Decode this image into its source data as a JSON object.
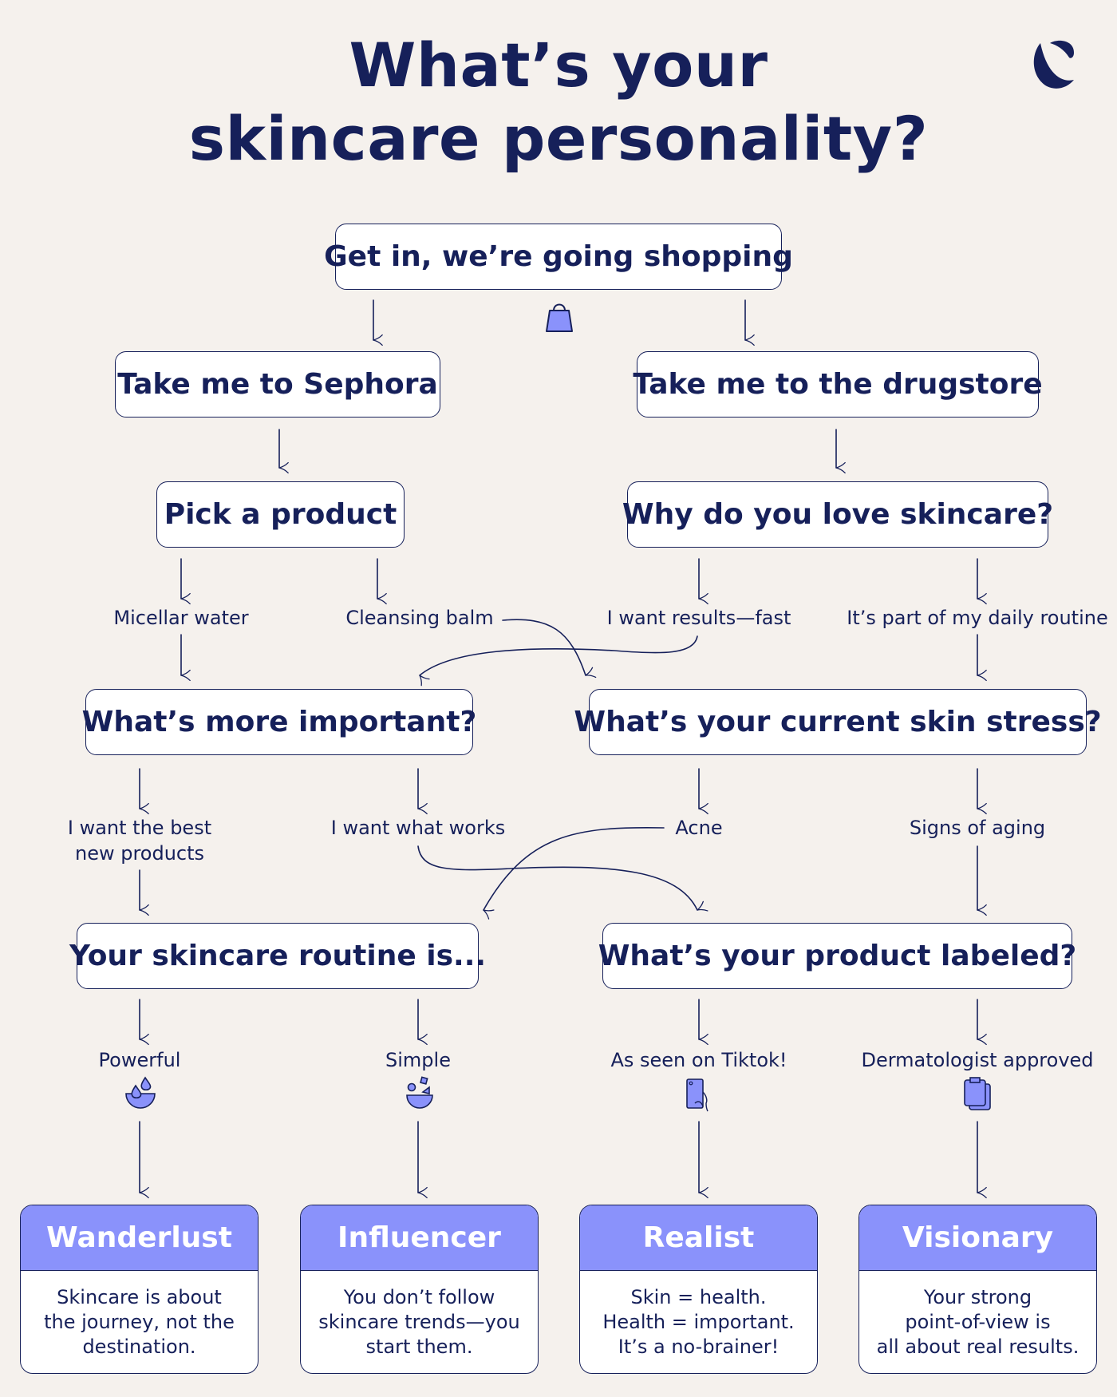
{
  "title": {
    "line1": "What’s your",
    "line2": "skincare personality?"
  },
  "logo": "brand-c-logo",
  "colors": {
    "background": "#f5f1ed",
    "navy": "#16205a",
    "accent": "#8a92fb",
    "box": "#ffffff"
  },
  "nodes": {
    "start": "Get in, we’re going shopping",
    "sephora": "Take me to Sephora",
    "drugstore": "Take me to the drugstore",
    "pick_product": "Pick a product",
    "why_love": "Why do you love skincare?",
    "more_important": "What’s more important?",
    "skin_stress": "What’s your current skin stress?",
    "routine": "Your skincare routine is...",
    "labeled": "What’s your product labeled?"
  },
  "labels": {
    "micellar": "Micellar water",
    "balm": "Cleansing balm",
    "results_fast": "I want results—fast",
    "daily_routine": "It’s part of my daily routine",
    "best_new_1": "I want the best",
    "best_new_2": "new products",
    "what_works": "I want what works",
    "acne": "Acne",
    "aging": "Signs of aging",
    "powerful": "Powerful",
    "simple": "Simple",
    "tiktok": "As seen on Tiktok!",
    "derm": "Dermatologist approved"
  },
  "icons": {
    "start": "shopping-bag-icon",
    "powerful": "bowl-with-drops-icon",
    "simple": "bowl-with-shapes-icon",
    "tiktok": "phone-in-hand-icon",
    "derm": "clipboard-icon"
  },
  "results": [
    {
      "name": "Wanderlust",
      "lines": [
        "Skincare is about",
        "the journey, not the",
        "destination."
      ]
    },
    {
      "name": "Influencer",
      "lines": [
        "You don’t follow",
        "skincare trends—you",
        "start them."
      ]
    },
    {
      "name": "Realist",
      "lines": [
        "Skin = health.",
        "Health = important.",
        "It’s a no-brainer!"
      ]
    },
    {
      "name": "Visionary",
      "lines": [
        "Your strong",
        "point-of-view is",
        "all about real results."
      ]
    }
  ]
}
